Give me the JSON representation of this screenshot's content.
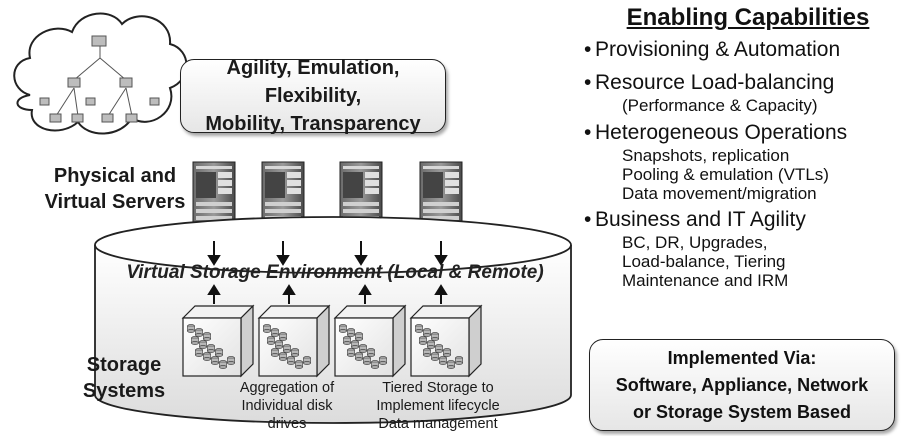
{
  "diagram": {
    "agility_box": {
      "line1": "Agility, Emulation, Flexibility,",
      "line2": "Mobility, Transparency"
    },
    "servers_label": {
      "line1": "Physical and",
      "line2": "Virtual Servers"
    },
    "virtual_env_label": "Virtual Storage Environment (Local & Remote)",
    "storage_label": {
      "line1": "Storage",
      "line2": "Systems"
    },
    "aggregation_note": {
      "line1": "Aggregation of",
      "line2": "Individual disk",
      "line3": "drives"
    },
    "tiered_note": {
      "line1": "Tiered Storage to",
      "line2": "Implement lifecycle",
      "line3": "Data management"
    }
  },
  "capabilities": {
    "title": "Enabling Capabilities",
    "items": [
      {
        "label": "Provisioning & Automation",
        "subs": []
      },
      {
        "label": "Resource Load-balancing",
        "subs": [
          "(Performance & Capacity)"
        ]
      },
      {
        "label": "Heterogeneous Operations",
        "subs": [
          "Snapshots, replication",
          "Pooling & emulation (VTLs)",
          "Data movement/migration"
        ]
      },
      {
        "label": "Business and IT Agility",
        "subs": [
          "BC, DR, Upgrades,",
          "Load-balance, Tiering",
          "Maintenance and IRM"
        ]
      }
    ],
    "bullet": "•"
  },
  "implemented": {
    "title": "Implemented Via:",
    "line1": "Software, Appliance, Network",
    "line2": "or Storage System Based"
  },
  "icons": [
    "cloud-icon",
    "server-icon",
    "storage-array-icon",
    "arrow-up-icon",
    "org-chart-icon"
  ]
}
